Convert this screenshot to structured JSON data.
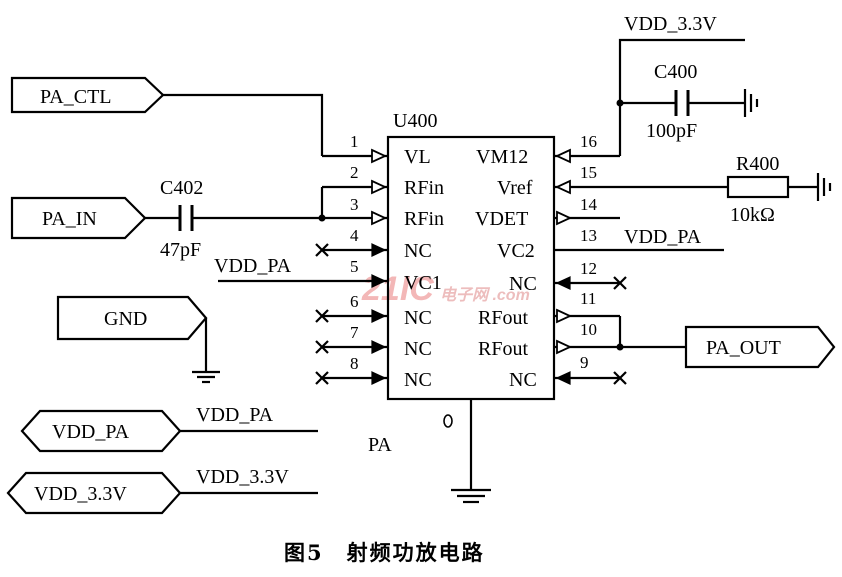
{
  "ic": {
    "ref": "U400",
    "name": "PA"
  },
  "pins": {
    "left": [
      {
        "num": "1",
        "name": "VL"
      },
      {
        "num": "2",
        "name": "RFin"
      },
      {
        "num": "3",
        "name": "RFin"
      },
      {
        "num": "4",
        "name": "NC"
      },
      {
        "num": "5",
        "name": "VC1"
      },
      {
        "num": "6",
        "name": "NC"
      },
      {
        "num": "7",
        "name": "NC"
      },
      {
        "num": "8",
        "name": "NC"
      }
    ],
    "right": [
      {
        "num": "16",
        "name": "VM12"
      },
      {
        "num": "15",
        "name": "Vref"
      },
      {
        "num": "14",
        "name": "VDET"
      },
      {
        "num": "13",
        "name": "VC2"
      },
      {
        "num": "12",
        "name": "NC"
      },
      {
        "num": "11",
        "name": "RFout"
      },
      {
        "num": "10",
        "name": "RFout"
      },
      {
        "num": "9",
        "name": "NC"
      }
    ]
  },
  "ports": {
    "pa_ctl": "PA_CTL",
    "pa_in": "PA_IN",
    "gnd": "GND",
    "vdd_pa": "VDD_PA",
    "vdd_33": "VDD_3.3V",
    "pa_out": "PA_OUT"
  },
  "nets": {
    "vdd_33_top": "VDD_3.3V",
    "vdd_pa_right": "VDD_PA",
    "vdd_pa_left": "VDD_PA",
    "vdd_pa_port": "VDD_PA",
    "vdd_33_port": "VDD_3.3V"
  },
  "components": {
    "c400_ref": "C400",
    "c400_val": "100pF",
    "c402_ref": "C402",
    "c402_val": "47pF",
    "r400_ref": "R400",
    "r400_val": "10kΩ"
  },
  "caption": "图5　射频功放电路",
  "watermark": {
    "number": "21IC",
    "domain": "电子网 .com"
  }
}
